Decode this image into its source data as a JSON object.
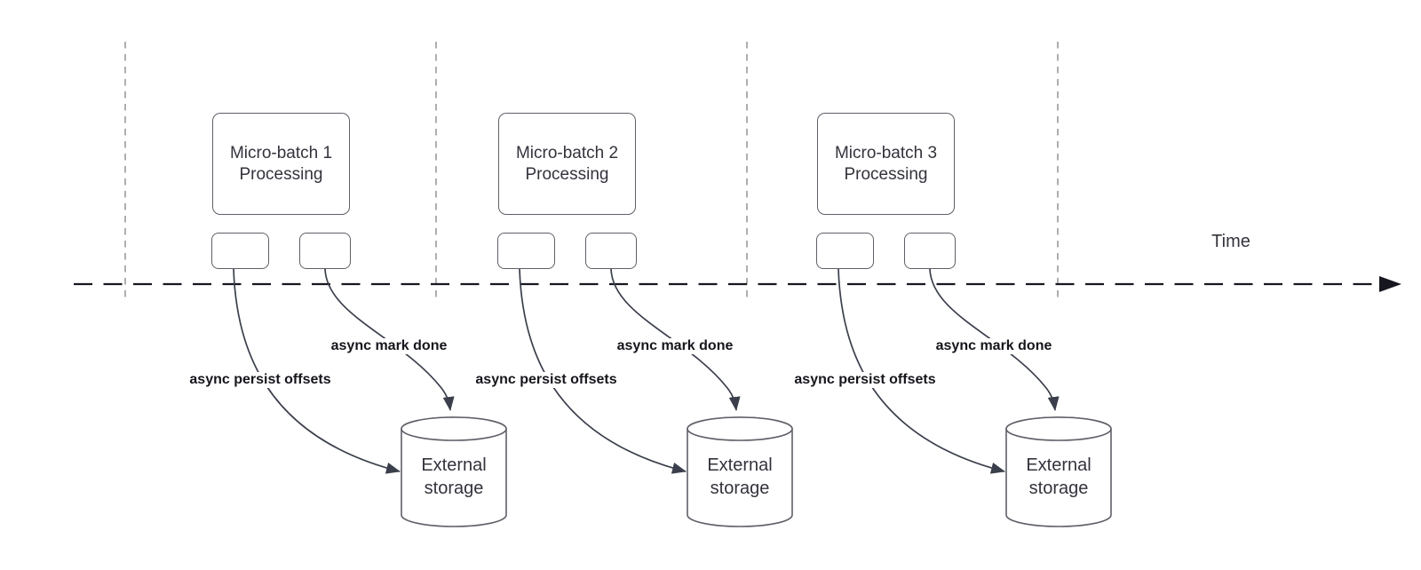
{
  "timeline": {
    "label": "Time"
  },
  "groups": [
    {
      "box_label": "Micro-batch 1\nProcessing",
      "persist_label": "async persist offsets",
      "done_label": "async mark done",
      "storage_label": "External\nstorage"
    },
    {
      "box_label": "Micro-batch 2\nProcessing",
      "persist_label": "async persist offsets",
      "done_label": "async mark done",
      "storage_label": "External\nstorage"
    },
    {
      "box_label": "Micro-batch 3\nProcessing",
      "persist_label": "async persist offsets",
      "done_label": "async mark done",
      "storage_label": "External\nstorage"
    }
  ],
  "colors": {
    "background": "#ffffff",
    "time_axis": "#17171f",
    "guide_line": "#a5a5a5",
    "shape_border": "#5f5f68",
    "arrow": "#3a3f4b",
    "shape_text": "#33333d",
    "edge_label_text": "#15151c"
  }
}
